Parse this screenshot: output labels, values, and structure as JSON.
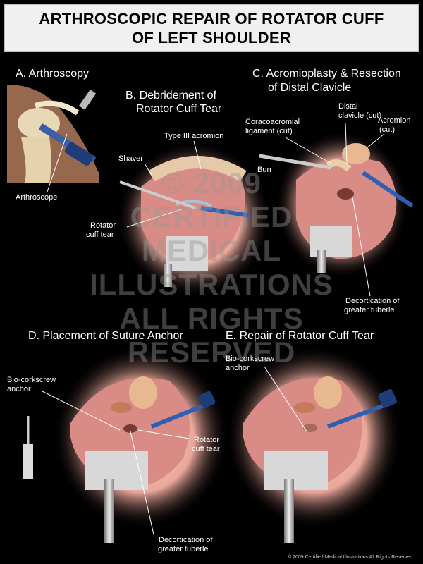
{
  "title": {
    "line1": "ARTHROSCOPIC REPAIR OF ROTATOR CUFF",
    "line2": "OF LEFT SHOULDER"
  },
  "panels": {
    "a": {
      "heading": "A. Arthroscopy",
      "labels": {
        "arthroscope": "Arthroscope"
      }
    },
    "b": {
      "heading_line1": "B. Debridement of",
      "heading_line2": "Rotator Cuff Tear",
      "labels": {
        "type_iii_acromion": "Type III acromion",
        "shaver": "Shaver",
        "rotator_cuff_tear_l1": "Rotator",
        "rotator_cuff_tear_l2": "cuff tear"
      }
    },
    "c": {
      "heading_line1": "C. Acromioplasty & Resection",
      "heading_line2": "of Distal Clavicle",
      "labels": {
        "coracoacromial_l1": "Coracoacromial",
        "coracoacromial_l2": "ligament (cut)",
        "distal_clavicle_l1": "Distal",
        "distal_clavicle_l2": "clavicle (cut)",
        "acromion_l1": "Acromion",
        "acromion_l2": "(cut)",
        "burr": "Burr",
        "decortication_l1": "Decortication of",
        "decortication_l2": "greater tuberle"
      }
    },
    "d": {
      "heading": "D. Placement of Suture Anchor",
      "labels": {
        "bio_corkscrew_l1": "Bio-corkscrew",
        "bio_corkscrew_l2": "anchor",
        "rotator_cuff_tear_l1": "Rotator",
        "rotator_cuff_tear_l2": "cuff tear",
        "decortication_l1": "Decortication of",
        "decortication_l2": "greater tuberle"
      }
    },
    "e": {
      "heading": "E. Repair of Rotator Cuff Tear",
      "labels": {
        "bio_corkscrew_l1": "Bio-corkscrew",
        "bio_corkscrew_l2": "anchor"
      }
    }
  },
  "watermark": {
    "line1": "© 2009",
    "line2": "CERTIFIED",
    "line3": "MEDICAL",
    "line4": "ILLUSTRATIONS",
    "line5": "ALL RIGHTS",
    "line6": "RESERVED"
  },
  "copyright": "© 2009 Certified Medical Illustrations All Rights Reserved"
}
